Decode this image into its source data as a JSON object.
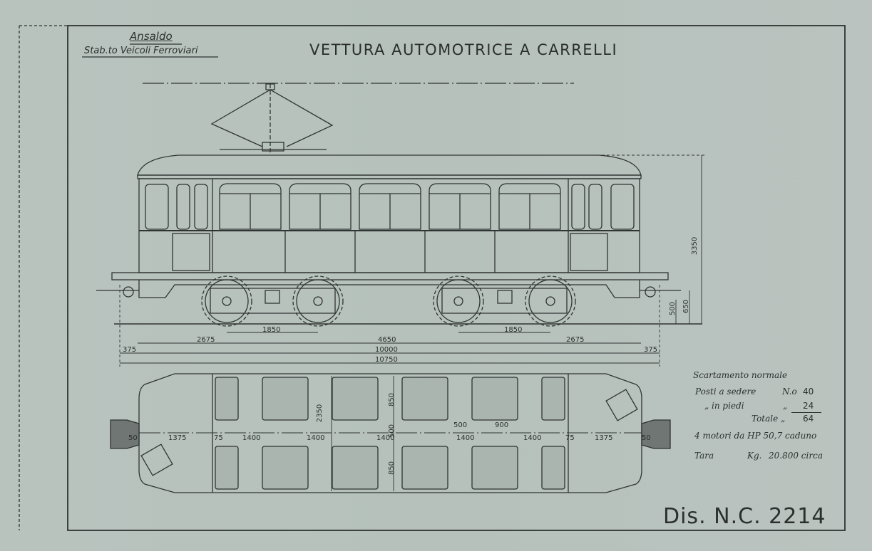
{
  "header": {
    "maker": "Ansaldo",
    "plant": "Stab.to Veicoli Ferroviari",
    "title": "VETTURA AUTOMOTRICE A CARRELLI"
  },
  "drawing_number": "Dis. N.C. 2214",
  "side_elevation": {
    "dimensions": {
      "bogie_wheelbase_left": "1850",
      "bogie_wheelbase_right": "1850",
      "end_left": "2675",
      "bogie_centers": "4650",
      "end_right": "2675",
      "overhang_left": "375",
      "body_length": "10000",
      "overhang_right": "375",
      "overall_length": "10750",
      "height_total": "3350",
      "height_floor": "650",
      "height_step": "500"
    }
  },
  "plan_view": {
    "dimensions": {
      "buffer_left": "50",
      "platform_left": "1375",
      "partition_left": "75",
      "bay_1": "1400",
      "bay_2": "1400",
      "bay_3": "1400",
      "bay_4": "1400",
      "bay_5": "1400",
      "partition_right": "75",
      "platform_right": "1375",
      "buffer_right": "50",
      "width_total": "2350",
      "seat_depth_top": "850",
      "aisle": "500",
      "seat_depth_bottom": "850",
      "seat_gap": "500",
      "seat_width": "900"
    }
  },
  "specs": {
    "gauge": "Scartamento normale",
    "seated_label": "Posti a sedere",
    "seated_unit": "N.o",
    "seated_value": "40",
    "standing_label": "„ in piedi",
    "standing_unit": "„",
    "standing_value": "24",
    "total_label": "Totale „",
    "total_value": "64",
    "motors": "4 motori da HP 50,7 caduno",
    "tare_label": "Tara",
    "tare_unit": "Kg.",
    "tare_value": "20.800 circa"
  },
  "colors": {
    "paper": "#b7c2bd",
    "ink": "#2b302e"
  }
}
